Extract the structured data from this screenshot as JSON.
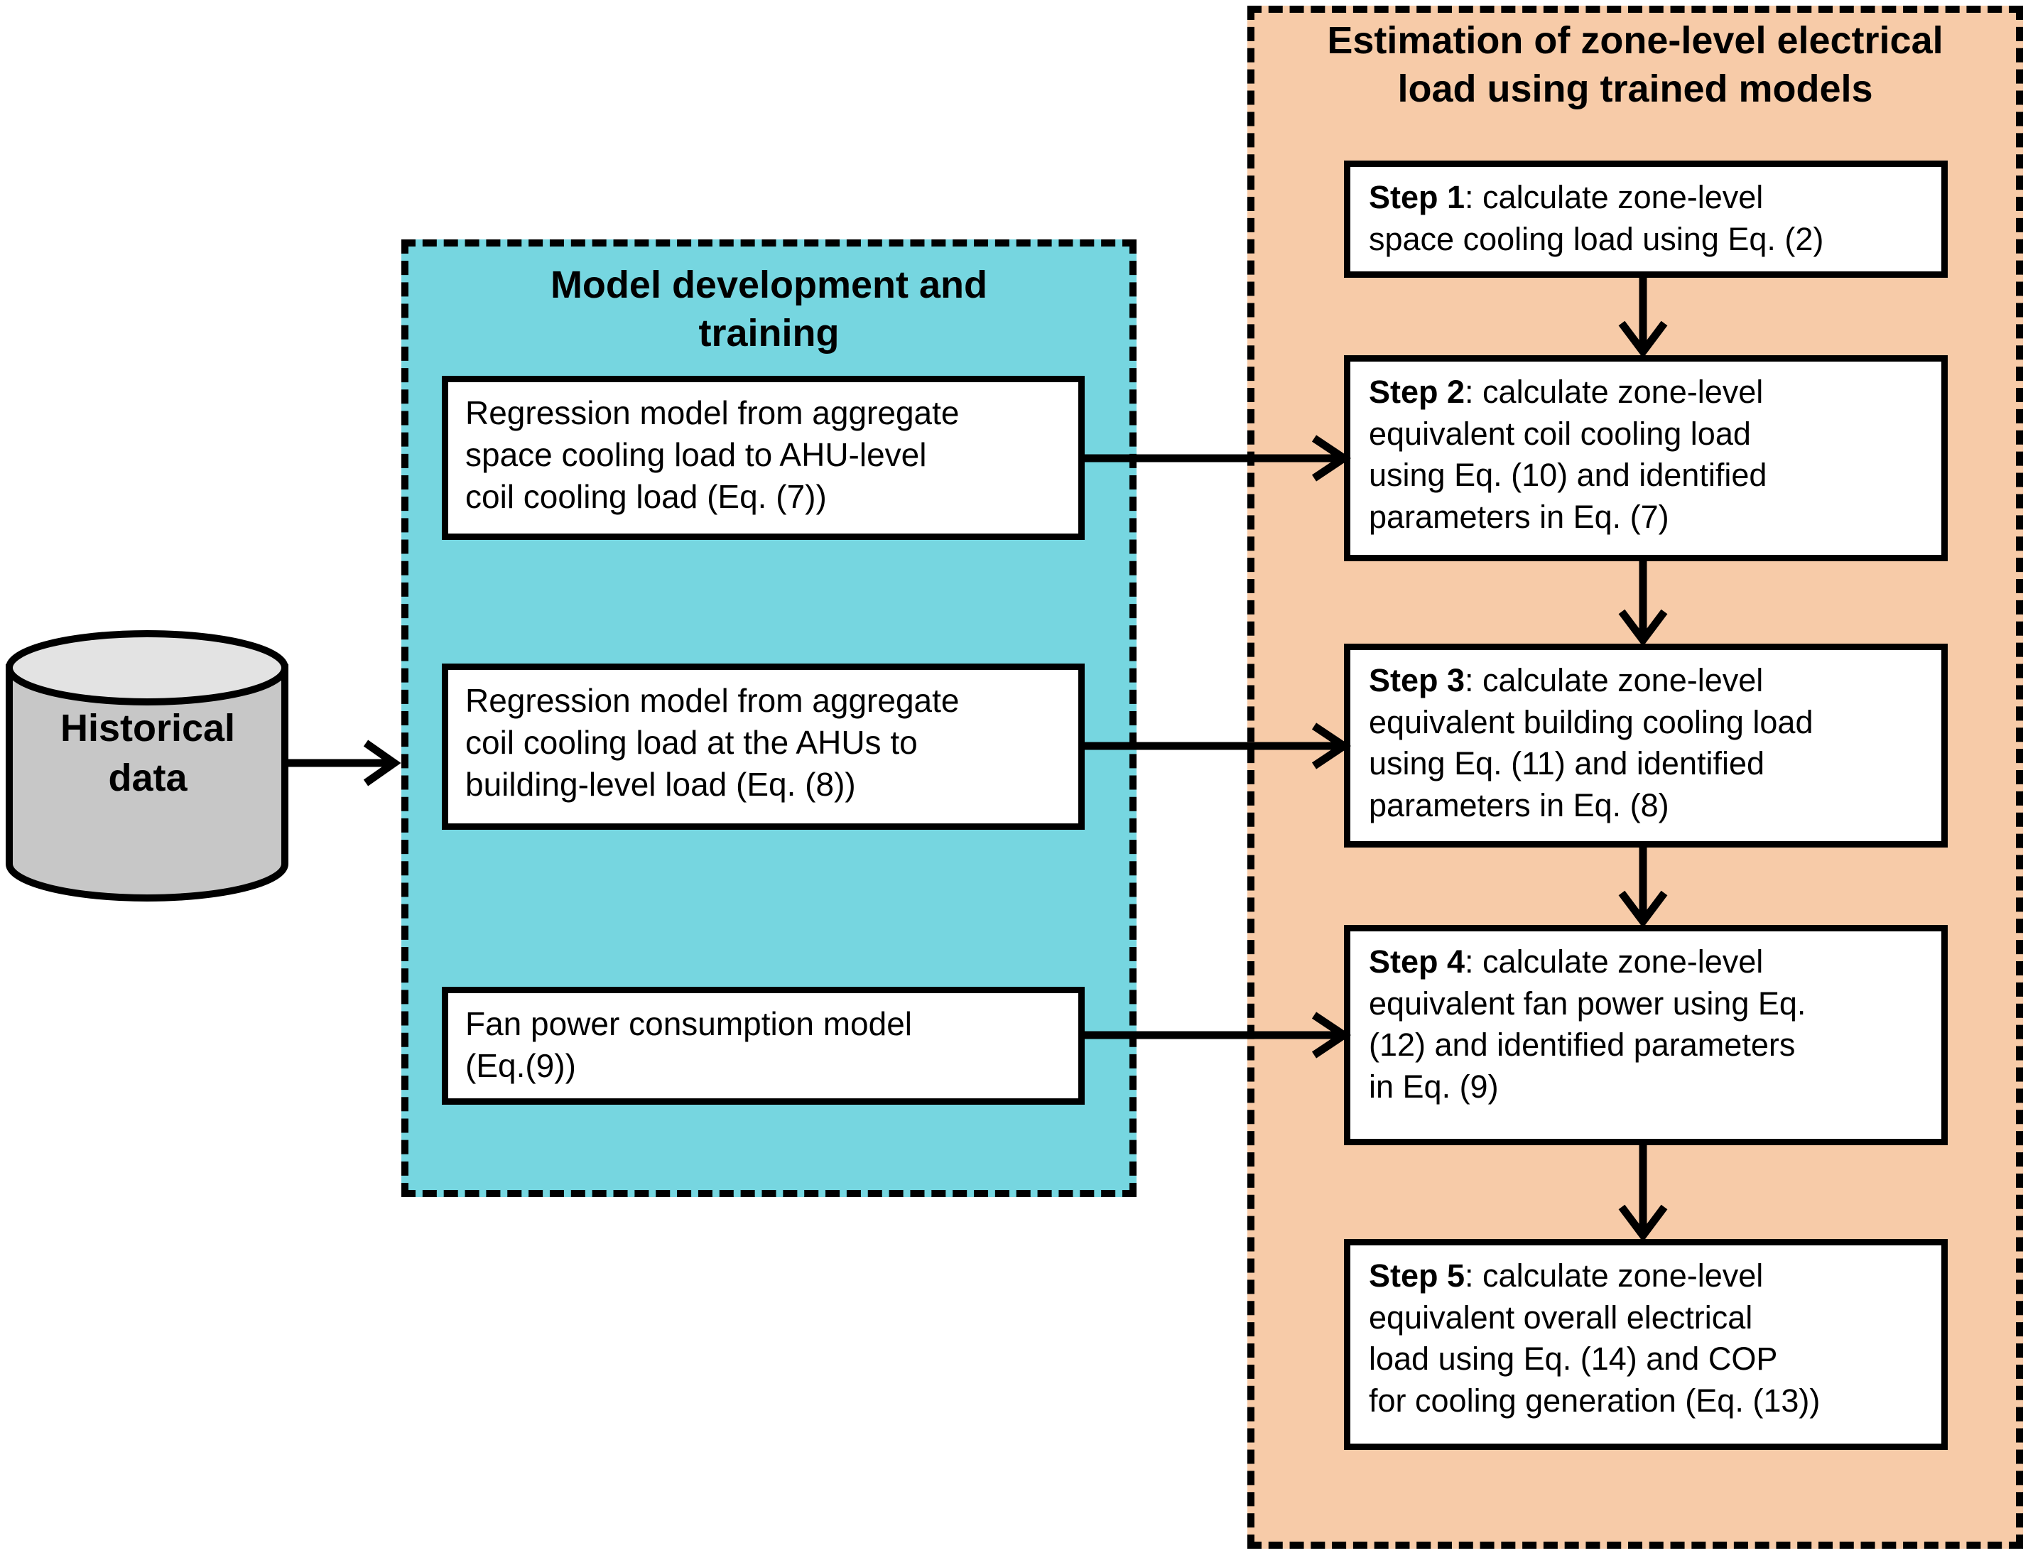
{
  "diagram": {
    "historical_data": {
      "label": "Historical\ndata"
    },
    "training_section": {
      "title": "Model development and\ntraining",
      "boxes": [
        {
          "text": "Regression model from aggregate\nspace cooling load to AHU-level\ncoil cooling load (Eq. (7))"
        },
        {
          "text": "Regression model from aggregate\ncoil cooling load at the AHUs to\nbuilding-level load (Eq. (8))"
        },
        {
          "text": "Fan power consumption model\n(Eq.(9))"
        }
      ]
    },
    "estimation_section": {
      "title": "Estimation of zone-level electrical\nload using trained models",
      "steps": [
        {
          "label": "Step 1",
          "text": ": calculate zone-level\nspace cooling load using Eq. (2)"
        },
        {
          "label": "Step 2",
          "text": ": calculate zone-level\nequivalent coil cooling load\nusing Eq. (10) and identified\nparameters in Eq. (7)"
        },
        {
          "label": "Step 3",
          "text": ": calculate zone-level\nequivalent building cooling load\nusing Eq. (11) and identified\nparameters in Eq. (8)"
        },
        {
          "label": "Step 4",
          "text": ": calculate zone-level\nequivalent fan power using Eq.\n(12) and identified parameters\nin Eq. (9)"
        },
        {
          "label": "Step 5",
          "text": ": calculate zone-level\nequivalent overall electrical\nload using Eq. (14) and COP\nfor cooling generation (Eq. (13))"
        }
      ]
    },
    "colors": {
      "training_bg": "#76d6e0",
      "estimation_bg": "#f7cba8",
      "cylinder_body": "#c7c7c7",
      "cylinder_top": "#e3e3e3",
      "line": "#000000"
    }
  }
}
